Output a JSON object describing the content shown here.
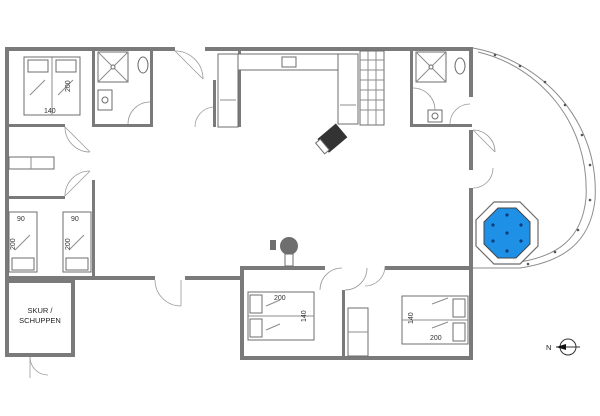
{
  "colors": {
    "wall": "#7a7a7a",
    "pool": "#1e90e6",
    "background": "#ffffff"
  },
  "rooms": {
    "bedroom_1": {
      "bed_width": "140",
      "bed_length": "200"
    },
    "bedroom_2": {
      "bed1_width": "90",
      "bed1_length": "200",
      "bed2_width": "90",
      "bed2_length": "200"
    },
    "storage": {
      "label_line1": "SKUR /",
      "label_line2": "SCHUPPEN"
    },
    "bedroom_3": {
      "bed_length": "200",
      "bed_width": "140"
    },
    "bedroom_4": {
      "bed_width": "140",
      "bed_length": "200"
    }
  },
  "compass": {
    "north": "N"
  },
  "icons": [
    "sauna-icon",
    "whirlpool-icon",
    "stove-icon",
    "compass-icon"
  ]
}
